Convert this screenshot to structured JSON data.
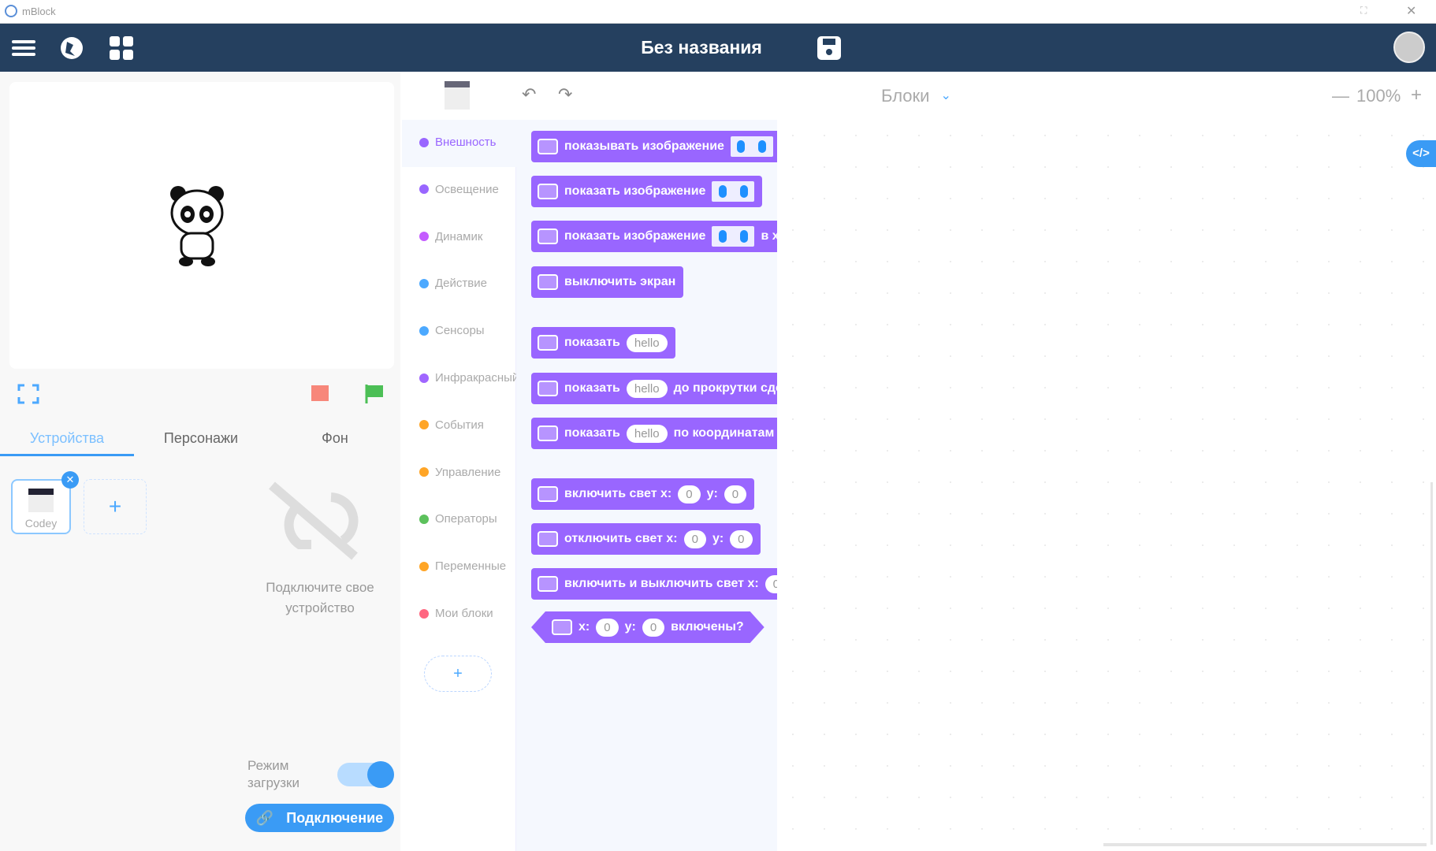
{
  "app": {
    "title": "mBlock"
  },
  "header": {
    "project_title": "Без названия"
  },
  "stage_controls": {},
  "tabs": [
    "Устройства",
    "Персонажи",
    "Фон"
  ],
  "devices": {
    "card_label": "Codey",
    "empty_message_line1": "Подключите свое",
    "empty_message_line2": "устройство",
    "upload_mode_line1": "Режим",
    "upload_mode_line2": "загрузки",
    "upload_mode_on": true,
    "connect_label": "Подключение"
  },
  "toolbar": {
    "mode_label": "Блоки",
    "zoom": "100%"
  },
  "categories": [
    {
      "label": "Внешность",
      "color": "#9966ff"
    },
    {
      "label": "Освещение",
      "color": "#9966ff"
    },
    {
      "label": "Динамик",
      "color": "#c45cff"
    },
    {
      "label": "Действие",
      "color": "#4ca9ff"
    },
    {
      "label": "Сенсоры",
      "color": "#4ca9ff"
    },
    {
      "label": "Инфракрасный",
      "color": "#a066ff"
    },
    {
      "label": "События",
      "color": "#ffa526"
    },
    {
      "label": "Управление",
      "color": "#ffa526"
    },
    {
      "label": "Операторы",
      "color": "#5cc15c"
    },
    {
      "label": "Переменные",
      "color": "#ffa526"
    },
    {
      "label": "Мои блоки",
      "color": "#ff6680"
    }
  ],
  "blocks": {
    "b1": "показывать изображение",
    "b2": "показать изображение",
    "b3": "показать изображение",
    "b3b": "в х",
    "b4": "выключить экран",
    "b5": "показать",
    "b6": "показать",
    "b6b": "до прокрутки сде",
    "b7": "показать",
    "b7b": "по координатам",
    "hello": "hello",
    "b8": "включить свет x:",
    "b9": "отключить свет x:",
    "b10": "включить и выключить свет x:",
    "b11b": "включены?",
    "y": "y:",
    "x": "x:",
    "zero": "0"
  }
}
